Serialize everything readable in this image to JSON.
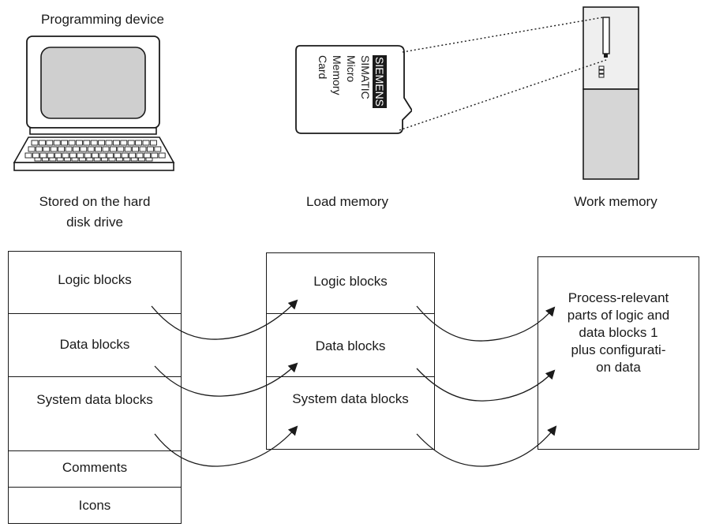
{
  "devices": {
    "programming_device_label": "Programming device",
    "stored_label": "Stored on the hard\ndisk drive",
    "load_memory_label": "Load memory",
    "work_memory_label": "Work memory",
    "card_text": {
      "line1": "SIEMENS",
      "line2": "SIMATIC",
      "line3": "Micro",
      "line4": "Memory",
      "line5": "Card"
    }
  },
  "columns": {
    "pg": [
      "Logic blocks",
      "Data blocks",
      "System data blocks",
      "Comments",
      "Icons"
    ],
    "load": [
      "Logic blocks",
      "Data blocks",
      "System data blocks"
    ],
    "work": "Process-relevant\nparts of logic and\ndata blocks 1\nplus configurati-\non data"
  },
  "colors": {
    "line": "#1a1a1a",
    "cpu_top": "#efefef",
    "cpu_bottom": "#d6d6d6"
  }
}
